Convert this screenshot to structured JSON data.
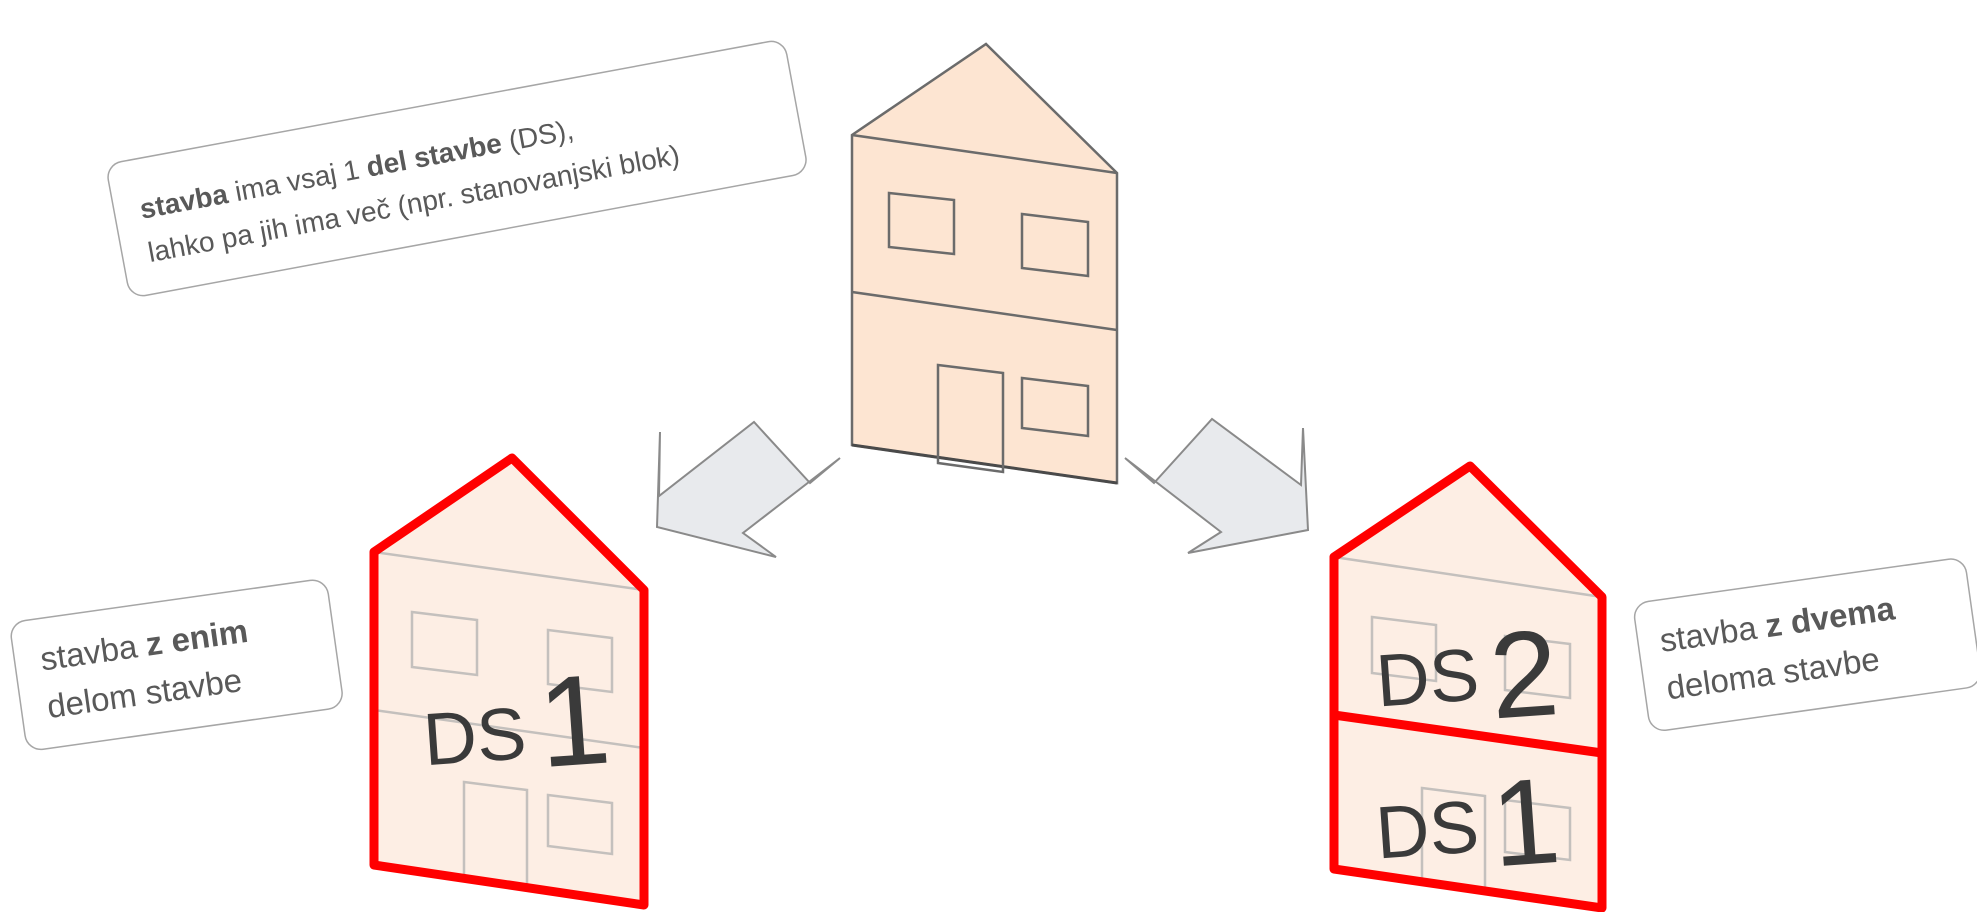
{
  "callouts": {
    "top": {
      "line1": [
        {
          "text": "stavba",
          "bold": true
        },
        {
          "text": " ima vsaj 1 ",
          "bold": false
        },
        {
          "text": "del stavbe",
          "bold": true
        },
        {
          "text": " (DS),",
          "bold": false
        }
      ],
      "line2": [
        {
          "text": "lahko pa jih ima več (npr. stanovanjski blok)",
          "bold": false
        }
      ]
    },
    "left": {
      "line1": [
        {
          "text": "stavba ",
          "bold": false
        },
        {
          "text": "z enim",
          "bold": true
        }
      ],
      "line2": [
        {
          "text": "delom stavbe",
          "bold": false
        }
      ]
    },
    "right": {
      "line1": [
        {
          "text": "stavba ",
          "bold": false
        },
        {
          "text": "z dvema",
          "bold": true
        }
      ],
      "line2": [
        {
          "text": "deloma stavbe",
          "bold": false
        }
      ]
    }
  },
  "labels": {
    "ds_prefix": "DS",
    "left_house_number": "1",
    "right_house_upper_number": "2",
    "right_house_lower_number": "1"
  },
  "colors": {
    "house_fill": "#fde5d2",
    "house_fill_light": "#fdeee4",
    "house_stroke": "#6b6b6b",
    "highlight_red": "#ff0000",
    "arrow_fill": "#e8eaed",
    "arrow_stroke": "#8a8a8a",
    "note_border": "#a6a6a6",
    "text_gray": "#595959"
  }
}
